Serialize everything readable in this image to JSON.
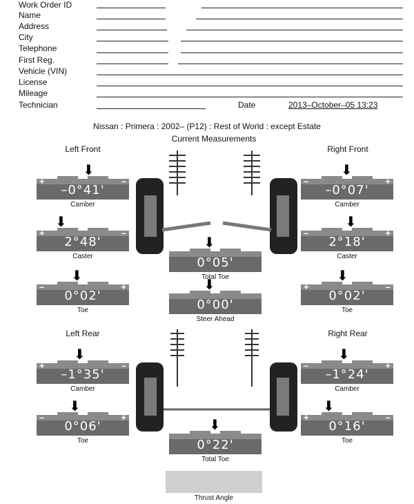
{
  "form": {
    "fields": [
      {
        "label": "Work Order ID"
      },
      {
        "label": "Name"
      },
      {
        "label": "Address"
      },
      {
        "label": "City"
      },
      {
        "label": "Telephone"
      },
      {
        "label": "First Reg."
      },
      {
        "label": "Vehicle (VIN)"
      },
      {
        "label": "License"
      },
      {
        "label": "Mileage"
      },
      {
        "label": "Technician"
      }
    ],
    "date_label": "Date",
    "date_value": "2013–October–05 13:23"
  },
  "vehicle": "Nissan : Primera : 2002–  (P12) : Rest of World : except Estate",
  "headings": {
    "current": "Current Measurements",
    "left_front": "Left Front",
    "right_front": "Right Front",
    "left_rear": "Left Rear",
    "right_rear": "Right Rear"
  },
  "gauges": {
    "lf_camber": {
      "value": "–0°41'",
      "caption": "Camber"
    },
    "lf_caster": {
      "value": "2°48'",
      "caption": "Caster"
    },
    "lf_toe": {
      "value": "0°02'",
      "caption": "Toe"
    },
    "rf_camber": {
      "value": "–0°07'",
      "caption": "Camber"
    },
    "rf_caster": {
      "value": "2°18'",
      "caption": "Caster"
    },
    "rf_toe": {
      "value": "0°02'",
      "caption": "Toe"
    },
    "front_total_toe": {
      "value": "0°05'",
      "caption": "Total Toe"
    },
    "steer_ahead": {
      "value": "0°00'",
      "caption": "Steer Ahead"
    },
    "lr_camber": {
      "value": "–1°35'",
      "caption": "Camber"
    },
    "lr_toe": {
      "value": "0°06'",
      "caption": "Toe"
    },
    "rr_camber": {
      "value": "–1°24'",
      "caption": "Camber"
    },
    "rr_toe": {
      "value": "0°16'",
      "caption": "Toe"
    },
    "rear_total_toe": {
      "value": "0°22'",
      "caption": "Total Toe"
    },
    "thrust_angle": {
      "value": "",
      "caption": "Thrust Angle"
    }
  },
  "icons": {
    "arrow": "down-arrow-icon",
    "plus": "+",
    "minus": "–"
  },
  "colors": {
    "gauge_band": "#8a8a8a",
    "gauge_face": "#6a6a6a",
    "wheel": "#222222"
  }
}
